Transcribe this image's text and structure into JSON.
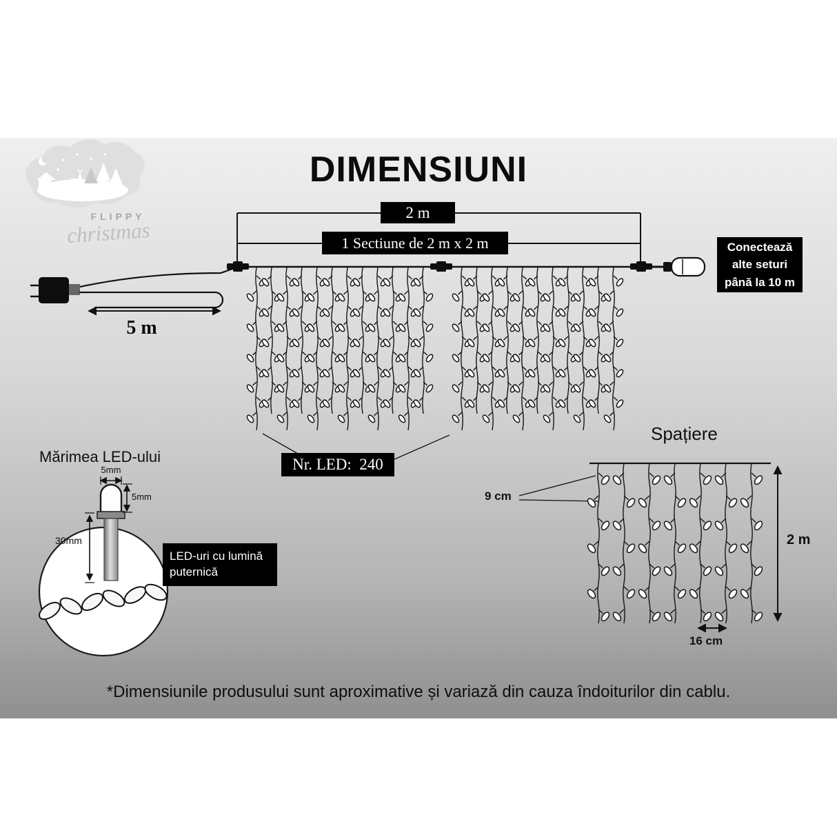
{
  "page": {
    "title": "DIMENSIUNI",
    "disclaimer": "*Dimensiunile produsului sunt aproximative și variază din cauza îndoiturilor din cablu."
  },
  "logo": {
    "name": "FLIPPY",
    "script": "christmas"
  },
  "main": {
    "total_width": "2 m",
    "section": "1 Sectiune de 2 m x 2 m",
    "lead_length": "5 m",
    "connect_lines": [
      "Conectează",
      "alte seturi",
      "până la 10 m"
    ],
    "led_count": "Nr. LED:  240"
  },
  "led_detail": {
    "title": "Mărimea LED-ului",
    "bulb_width": "5mm",
    "bulb_cap_height": "5mm",
    "bulb_body_height": "30mm",
    "note": "LED-uri cu lumină puternică"
  },
  "spacing": {
    "title": "Spațiere",
    "led_gap_vertical": "9 cm",
    "curtain_height": "2 m",
    "string_gap": "16 cm"
  }
}
